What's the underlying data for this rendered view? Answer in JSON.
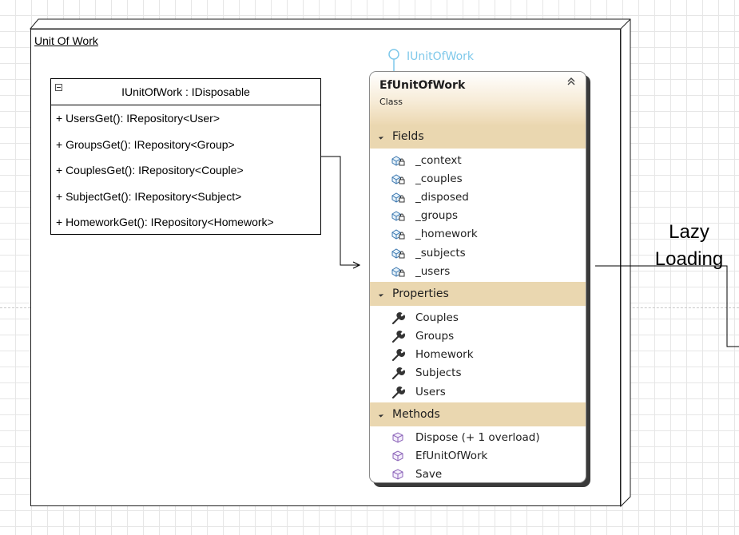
{
  "container": {
    "title": "Unit Of Work"
  },
  "interface_box": {
    "title": "IUnitOfWork : IDisposable",
    "members": [
      "+ UsersGet(): IRepository<User>",
      "+ GroupsGet(): IRepository<Group>",
      "+ CouplesGet(): IRepository<Couple>",
      "+ SubjectGet(): IRepository<Subject>",
      "+ HomeworkGet(): IRepository<Homework>"
    ]
  },
  "lollipop": {
    "label": "IUnitOfWork",
    "color": "#7ec8ea"
  },
  "class_box": {
    "name": "EfUnitOfWork",
    "kind": "Class",
    "collapse_glyph": "«",
    "header_color": "#ead7b0",
    "sections": {
      "fields": {
        "title": "Fields",
        "items": [
          "_context",
          "_couples",
          "_disposed",
          "_groups",
          "_homework",
          "_subjects",
          "_users"
        ],
        "icon": "private-field-icon"
      },
      "properties": {
        "title": "Properties",
        "items": [
          "Couples",
          "Groups",
          "Homework",
          "Subjects",
          "Users"
        ],
        "icon": "wrench-icon"
      },
      "methods": {
        "title": "Methods",
        "items": [
          "Dispose (+ 1 overload)",
          "EfUnitOfWork",
          "Save"
        ],
        "icon": "method-cube-icon"
      }
    }
  },
  "annotation": {
    "line1": "Lazy",
    "line2": "Loading"
  }
}
